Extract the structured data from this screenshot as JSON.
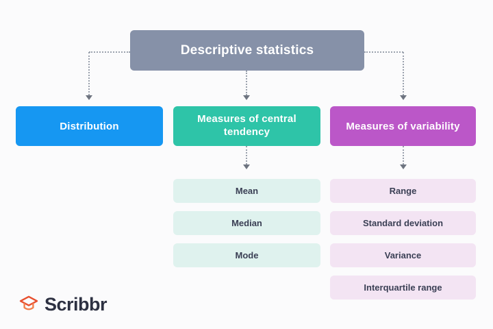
{
  "diagram": {
    "root": {
      "label": "Descriptive statistics"
    },
    "branches": {
      "distribution": {
        "label": "Distribution",
        "items": []
      },
      "central_tendency": {
        "label": "Measures of central tendency",
        "items": [
          "Mean",
          "Median",
          "Mode"
        ]
      },
      "variability": {
        "label": "Measures of variability",
        "items": [
          "Range",
          "Standard deviation",
          "Variance",
          "Interquartile range"
        ]
      }
    }
  },
  "logo": {
    "text": "Scribbr",
    "icon": "graduation-cap-icon"
  },
  "colors": {
    "slate": "#8691a8",
    "blue": "#1697f2",
    "teal": "#2ec4a8",
    "purple": "#bb57c8",
    "teal-light": "#dff2ee",
    "purple-light": "#f3e4f3",
    "ink": "#3a3f54",
    "line": "#9aa1ad",
    "arrow": "#6e7480",
    "bg": "#fbfbfc",
    "logo-ink": "#2d3142"
  }
}
